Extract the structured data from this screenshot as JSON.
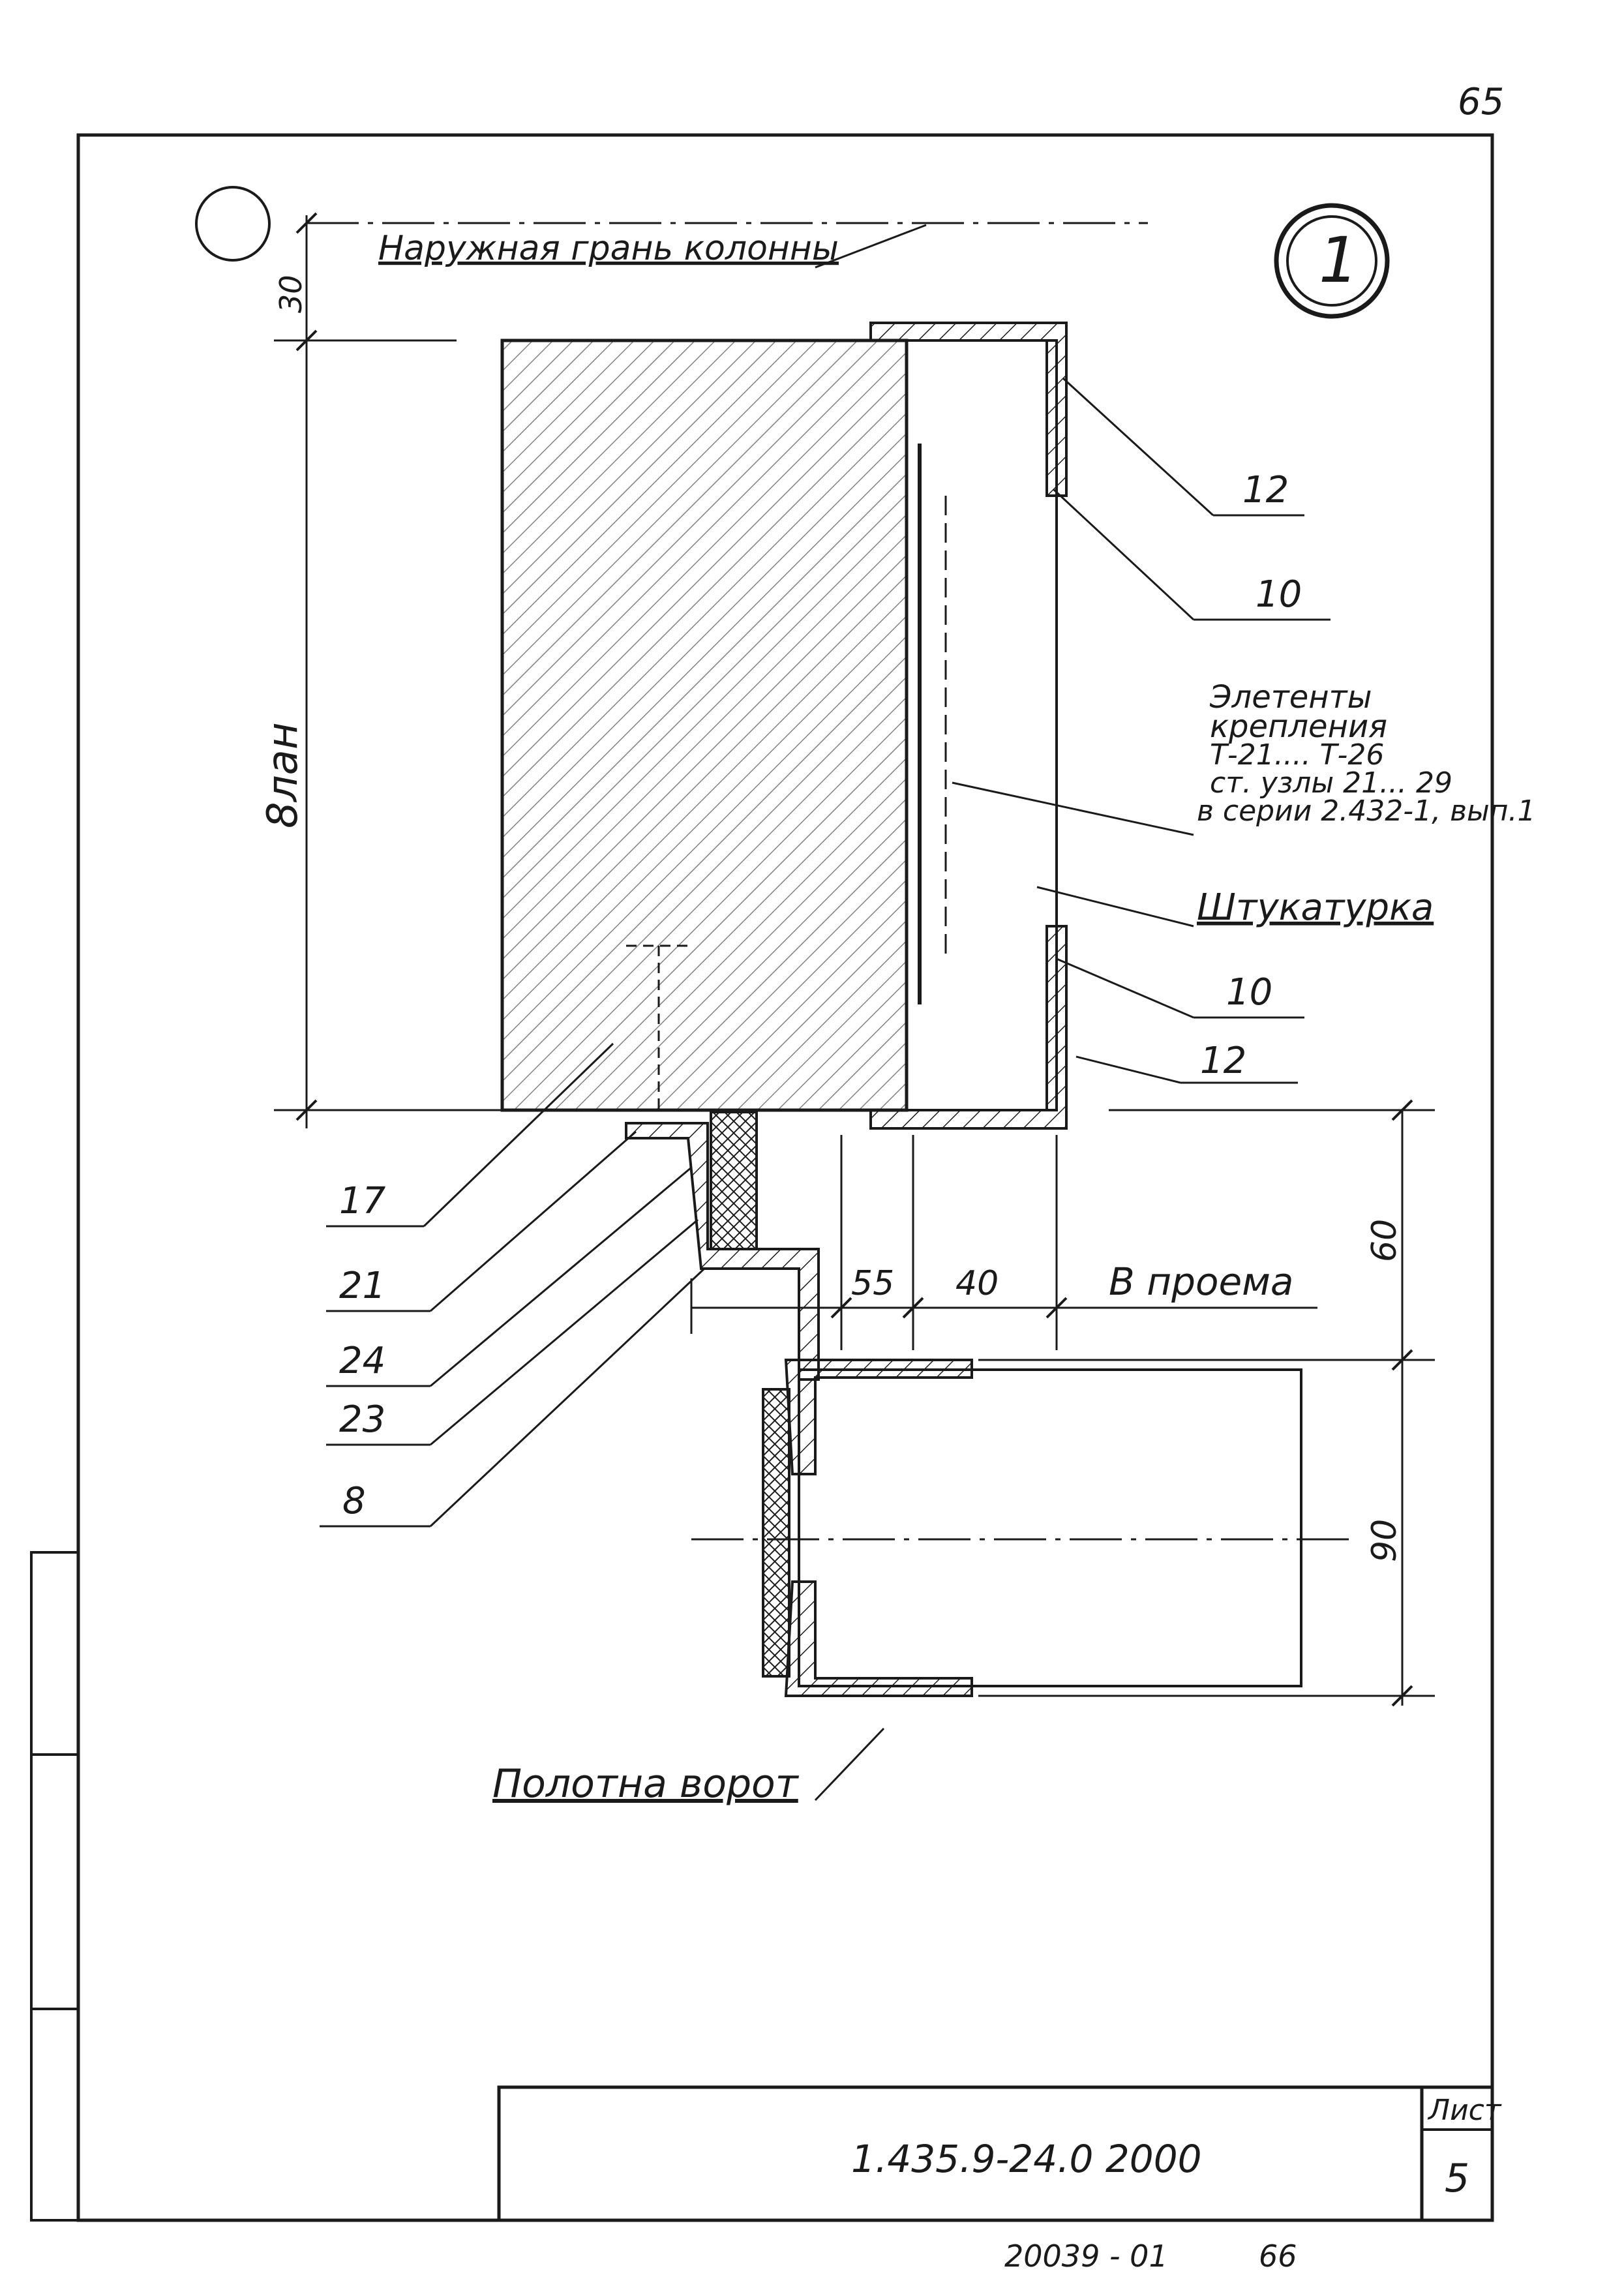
{
  "page": {
    "page_number": "65",
    "detail_marker": "1",
    "bottom_numbers": {
      "archive": "20039 - 01",
      "page": "66"
    }
  },
  "drawing": {
    "column_face_label": "Наружная грань колонны",
    "dims": {
      "top": "30",
      "plan": "8лан",
      "right_top": "60",
      "right_bottom": "90",
      "d55": "55",
      "d40": "40",
      "opening": "В проема"
    },
    "note_lines": [
      "Элетенты",
      "крепления",
      "Т-21.... Т-26",
      "ст. узлы 21... 29",
      "в серии 2.432-1, вып.1"
    ],
    "plaster_label": "Штукатурка",
    "gate_leaf_label": "Полотна ворот",
    "callouts": {
      "c12a": "12",
      "c10a": "10",
      "c10b": "10",
      "c12b": "12",
      "c17": "17",
      "c21": "21",
      "c24": "24",
      "c23": "23",
      "c8": "8"
    }
  },
  "title_block": {
    "document_code": "1.435.9-24.0 2000",
    "sheet_label": "Лист",
    "sheet_number": "5"
  },
  "colors": {
    "ink": "#1a1a1a",
    "paper": "#ffffff"
  }
}
